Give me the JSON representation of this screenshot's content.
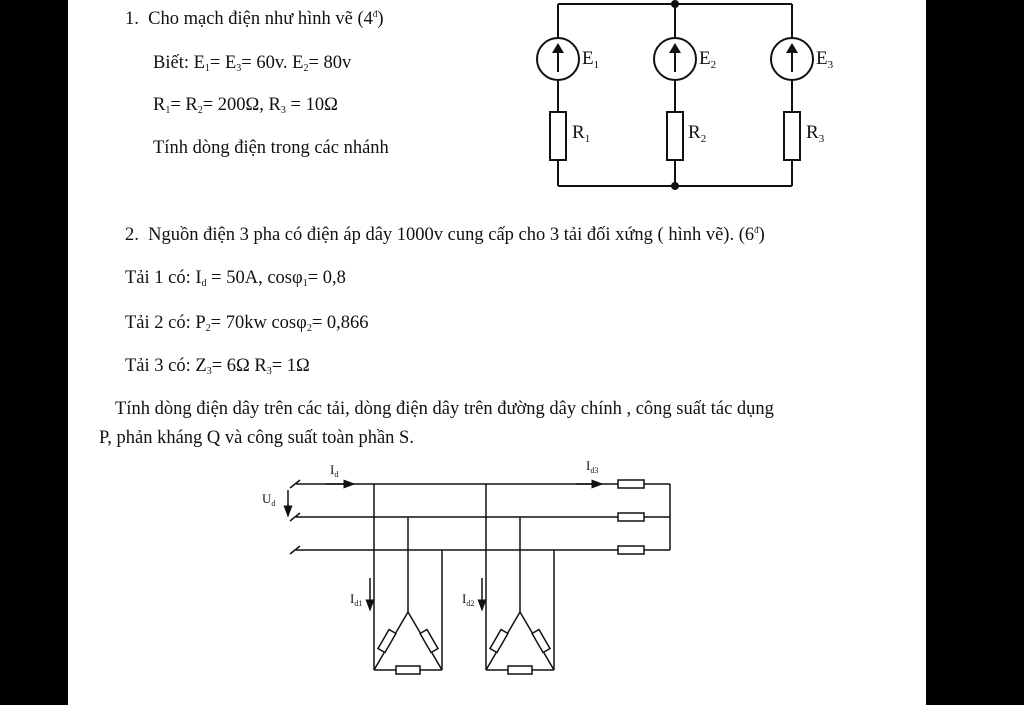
{
  "problem1": {
    "number": "1.",
    "title": "Cho mạch điện như hình vẽ (4",
    "title_sup": "đ",
    "title_end": ")",
    "given_prefix": "Biết: E",
    "given_sub1": "1",
    "given_eq": "= E",
    "given_sub3": "3",
    "given_val1": "= 60v.  E",
    "given_sub2": "2",
    "given_val2": "= 80v",
    "res_r": "R",
    "res_sub1": "1",
    "res_eq": "= R",
    "res_sub2": "2",
    "res_val1": "= 200Ω,  R",
    "res_sub3": "3",
    "res_val2": " = 10Ω",
    "task": "Tính dòng điện trong các nhánh",
    "circuit": {
      "e_letter": "E",
      "r_letter": "R",
      "subs": [
        "1",
        "2",
        "3"
      ]
    }
  },
  "problem2": {
    "number": "2.",
    "title": "Nguồn điện 3 pha có điện áp dây 1000v cung cấp cho 3 tải đối xứng ( hình vẽ). (6",
    "title_sup": "đ",
    "title_end": ")",
    "load1_prefix": "Tải 1 có: I",
    "load1_sub": "d",
    "load1_mid": " = 50A, cosφ",
    "load1_sub2": "1",
    "load1_end": "= 0,8",
    "load2_prefix": "Tải 2 có: P",
    "load2_sub": "2",
    "load2_mid": "= 70kw  cosφ",
    "load2_sub2": "2",
    "load2_end": "= 0,866",
    "load3_prefix": "Tải 3 có: Z",
    "load3_sub": "3",
    "load3_mid": "= 6Ω   R",
    "load3_sub2": "3",
    "load3_end": "= 1Ω",
    "question_line1": "Tính dòng điện dây trên các tải, dòng điện dây trên đường dây chính , công suất tác dụng",
    "question_line2": "P, phản kháng Q và công suất toàn phần S.",
    "diagram": {
      "ud": "U",
      "ud_sub": "d",
      "id": "I",
      "id_sub": "d",
      "id3_sub": "d3",
      "id1_sub": "d1",
      "id2_sub": "d2"
    }
  }
}
